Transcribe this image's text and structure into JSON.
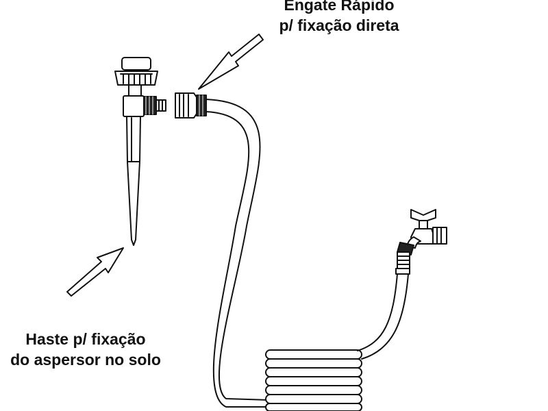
{
  "labels": {
    "quick_coupler": {
      "line1": "Engate Rápido",
      "line2": "p/ fixação direta"
    },
    "stake": {
      "line1": "Haste p/ fixação",
      "line2": "do aspersor no solo"
    }
  },
  "colors": {
    "ink": "#111111",
    "background": "#ffffff"
  }
}
